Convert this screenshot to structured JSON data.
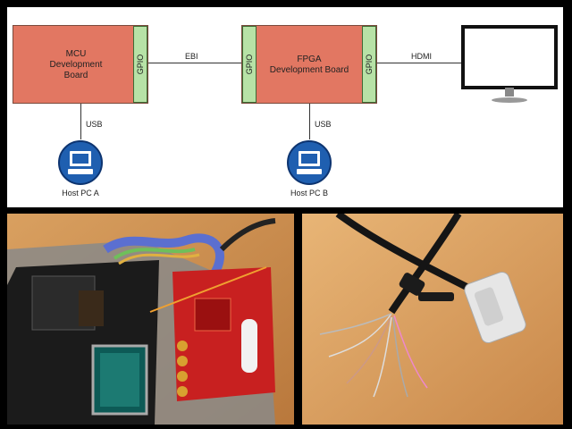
{
  "diagram": {
    "mcu_board": {
      "line1": "MCU",
      "line2": "Development",
      "line3": "Board"
    },
    "fpga_board": {
      "line1": "FPGA",
      "line2": "Development Board"
    },
    "gpio_label": "GPIO",
    "ebi_label": "EBI",
    "hdmi_label": "HDMI",
    "usb_label": "USB",
    "host_pc_a": "Host PC A",
    "host_pc_b": "Host PC B"
  },
  "colors": {
    "board_fill": "#e27762",
    "gpio_fill": "#b7e2a6",
    "pc_icon": "#1f5fb0"
  },
  "icons": [
    "computer-icon",
    "monitor-icon"
  ]
}
